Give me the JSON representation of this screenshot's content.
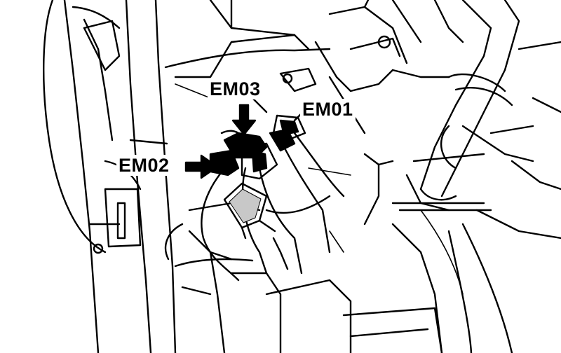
{
  "labels": {
    "em03": "EM03",
    "em01": "EM01",
    "em02": "EM02"
  },
  "colors": {
    "ink": "#000000",
    "paper": "#ffffff"
  }
}
